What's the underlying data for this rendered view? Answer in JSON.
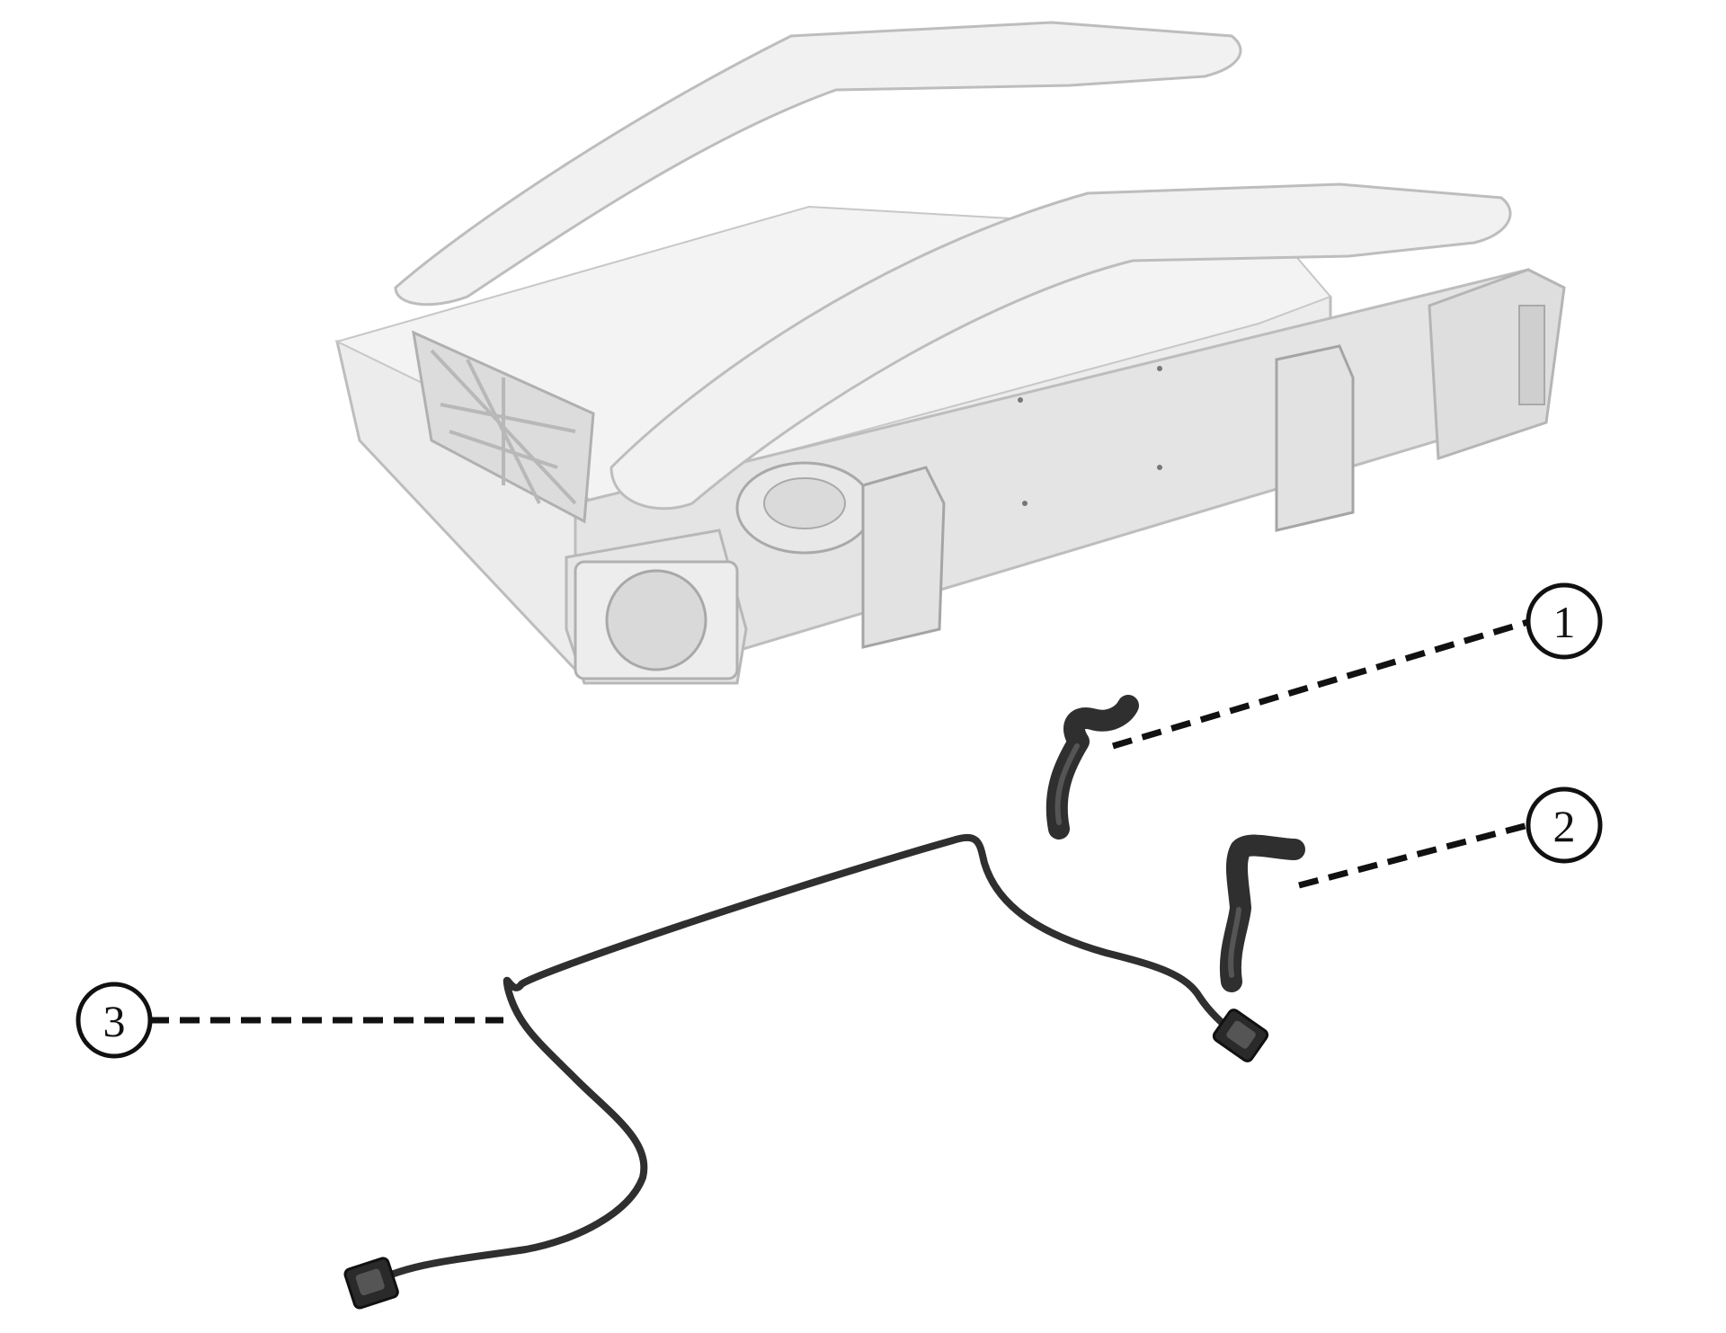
{
  "callouts": [
    {
      "label": "1"
    },
    {
      "label": "2"
    },
    {
      "label": "3"
    }
  ],
  "colors": {
    "background": "#ffffff",
    "frame_body": "#ececec",
    "frame_shade": "#d6d6d6",
    "frame_edge": "#bdbdbd",
    "harness": "#2f2f2f",
    "leader": "#111111"
  }
}
